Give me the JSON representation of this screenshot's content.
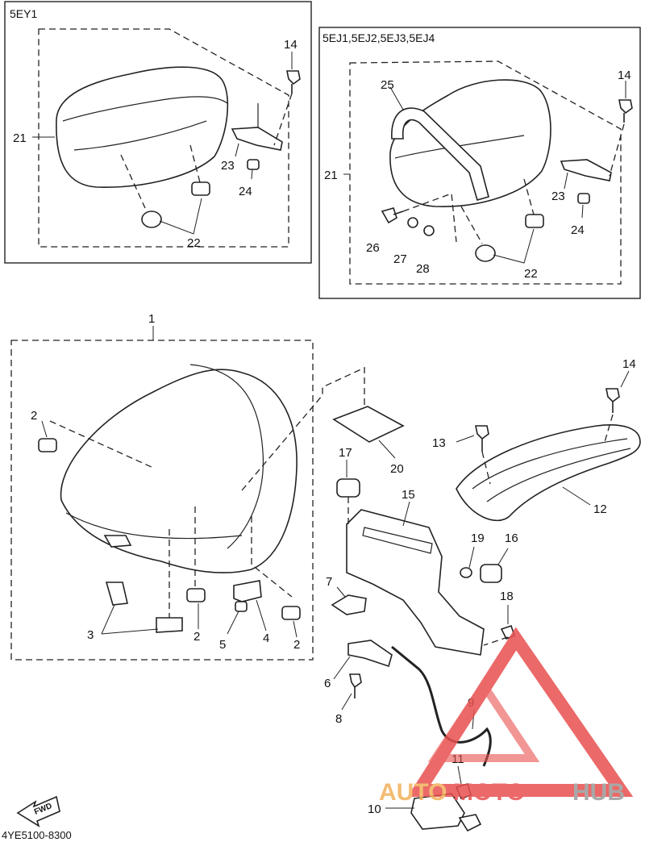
{
  "panels": {
    "left_model": "5EY1",
    "right_models": "5EJ1,5EJ2,5EJ3,5EJ4"
  },
  "callouts": {
    "p1": "1",
    "p2": "2",
    "p3": "3",
    "p4": "4",
    "p5": "5",
    "p6": "6",
    "p7": "7",
    "p8": "8",
    "p9": "9",
    "p10": "10",
    "p11": "11",
    "p12": "12",
    "p13": "13",
    "p14": "14",
    "p15": "15",
    "p16": "16",
    "p17": "17",
    "p18": "18",
    "p19": "19",
    "p20": "20",
    "p21": "21",
    "p22": "22",
    "p23": "23",
    "p24": "24",
    "p25": "25",
    "p26": "26",
    "p27": "27",
    "p28": "28"
  },
  "fwd_label": "FWD",
  "diagram_code": "4YE5100-8300",
  "watermark": {
    "part1": "AUTO",
    "part2": "MOTO",
    "part3": "HUB"
  },
  "colors": {
    "watermark_orange": "#f2b15a",
    "watermark_red": "#e8504f",
    "watermark_gray": "#9a9a9a",
    "line": "#222222"
  }
}
